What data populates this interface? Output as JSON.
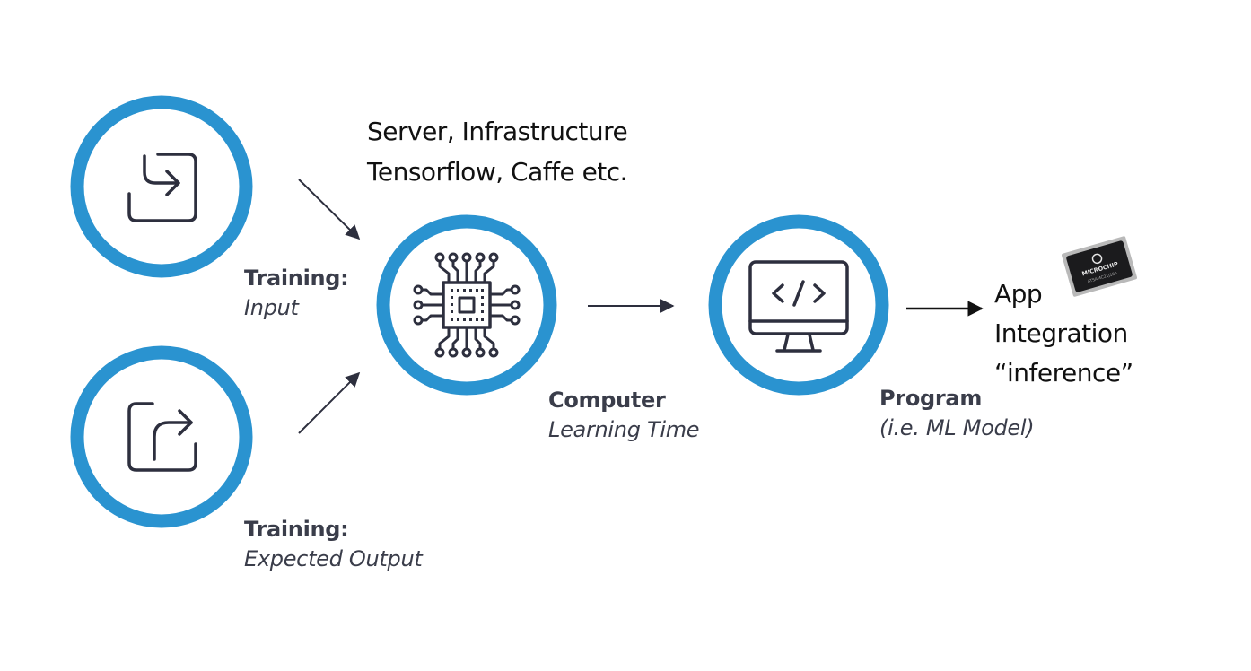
{
  "diagram": {
    "theme": {
      "ring_color": "#2a93d0",
      "icon_color": "#2d2f3e",
      "arrow_color": "#2d2f3e",
      "label_color": "#3a3d4a",
      "note_color": "#111111"
    },
    "nodes": [
      {
        "id": "training-input",
        "icon": "sign-in-box-icon",
        "title": "Training:",
        "subtitle": "Input"
      },
      {
        "id": "training-output",
        "icon": "share-box-icon",
        "title": "Training:",
        "subtitle": "Expected Output"
      },
      {
        "id": "computer",
        "icon": "cpu-chip-icon",
        "title": "Computer",
        "subtitle": "Learning Time"
      },
      {
        "id": "program",
        "icon": "monitor-code-icon",
        "title": "Program",
        "subtitle": "(i.e. ML Model)"
      }
    ],
    "edges": [
      {
        "from": "training-input",
        "to": "computer"
      },
      {
        "from": "training-output",
        "to": "computer"
      },
      {
        "from": "computer",
        "to": "program"
      },
      {
        "from": "program",
        "to": "app-integration"
      }
    ],
    "server_note": {
      "line1": "Server, Infrastructure",
      "line2": "Tensorflow, Caffe etc."
    },
    "app_note": {
      "line1": "App",
      "line2": "Integration",
      "line3": "“inference”"
    },
    "microcontroller": {
      "brand": "MICROCHIP",
      "part": "ATSAMC21J18A"
    }
  }
}
